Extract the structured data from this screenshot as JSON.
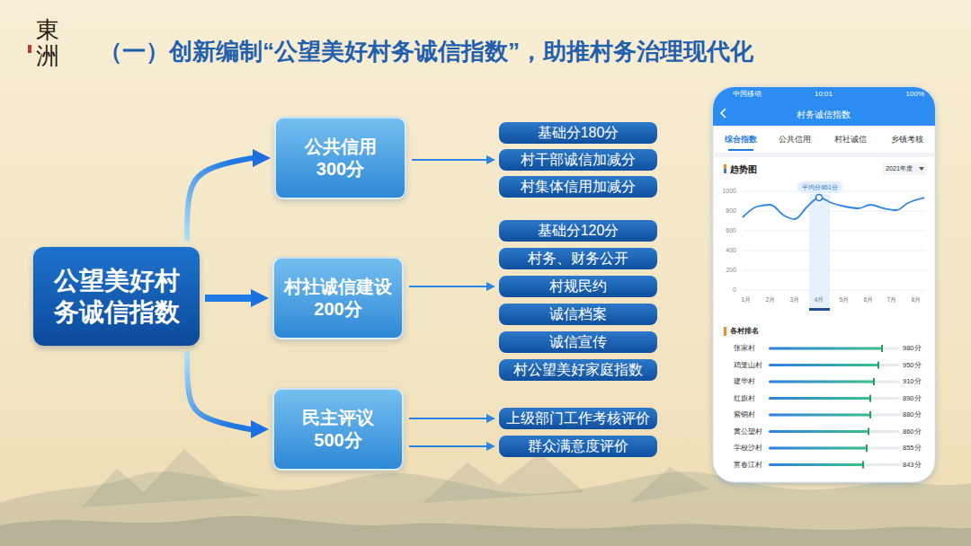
{
  "diagram": {
    "title": "（一）创新编制“公望美好村务诚信指数”，助推村务治理现代化",
    "nodes": [
      {
        "text": [
          "公望美好村务诚信指数"
        ]
      },
      {
        "text": [
          "公共信用",
          "300分"
        ]
      },
      {
        "text": [
          "村社诚信建设",
          "200分"
        ]
      },
      {
        "text": [
          "民主评议",
          "500分"
        ]
      },
      {
        "text": [
          "基础分180分"
        ]
      },
      {
        "text": [
          "村干部诚信加减分"
        ]
      },
      {
        "text": [
          "村集体信用加减分"
        ]
      },
      {
        "text": [
          "基础分120分"
        ]
      },
      {
        "text": [
          "村务、财务公开"
        ]
      },
      {
        "text": [
          "村规民约"
        ]
      },
      {
        "text": [
          "诚信档案"
        ]
      },
      {
        "text": [
          "诚信宣传"
        ]
      },
      {
        "text": [
          "村公望美好家庭指数"
        ]
      },
      {
        "text": [
          "上级部门工作考核评价"
        ]
      },
      {
        "text": [
          "群众满意度评价"
        ]
      }
    ],
    "edges": [
      {
        "from": 0,
        "to": 1,
        "arrow": "to"
      },
      {
        "from": 0,
        "to": 2,
        "arrow": "to"
      },
      {
        "from": 0,
        "to": 3,
        "arrow": "to"
      },
      {
        "from": 1,
        "to": 5,
        "arrow": "to"
      },
      {
        "from": 2,
        "to": 9,
        "arrow": "to"
      },
      {
        "from": 3,
        "to": 13,
        "arrow": "to"
      },
      {
        "from": 3,
        "to": 14,
        "arrow": "to"
      }
    ],
    "labels": [
      "東洲",
      "中国移动",
      "10:01",
      "100%",
      "村务诚信指数",
      "综合指数",
      "公共信用",
      "村社诚信",
      "乡镇考核",
      "趋势图",
      "2021年度",
      "1000",
      "800",
      "600",
      "400",
      "200",
      "0",
      "1月",
      "2月",
      "3月",
      "4月",
      "5月",
      "6月",
      "7月",
      "8月",
      "平均分861分",
      "各村排名",
      "张家村",
      "980分",
      "鸡笼山村",
      "950分",
      "建华村",
      "910分",
      "红旗村",
      "890分",
      "紫铜村",
      "880分",
      "黄公望村",
      "860分",
      "学校沙村",
      "855分",
      "富春江村",
      "843分"
    ]
  }
}
